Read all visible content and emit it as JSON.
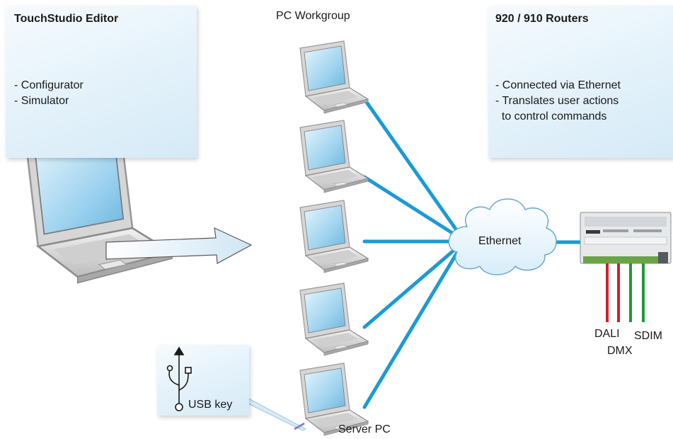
{
  "editor_panel": {
    "title": "TouchStudio Editor",
    "lines": [
      "- Configurator",
      "- Simulator"
    ]
  },
  "workgroup_label": "PC Workgroup",
  "routers_panel": {
    "title": "920 /  910 Routers",
    "lines": [
      "- Connected via Ethernet",
      "- Translates user actions",
      "  to control commands"
    ]
  },
  "ethernet_label": "Ethernet",
  "usb_callout": {
    "label": "USB key"
  },
  "server_label": "Server PC",
  "outputs": [
    "DALI",
    "DMX",
    "SDIM"
  ],
  "colors": {
    "link": "#1a9ad6",
    "dali": "#d0202a",
    "dmx": "#d0202a",
    "sdim": "#1f9a3a"
  }
}
